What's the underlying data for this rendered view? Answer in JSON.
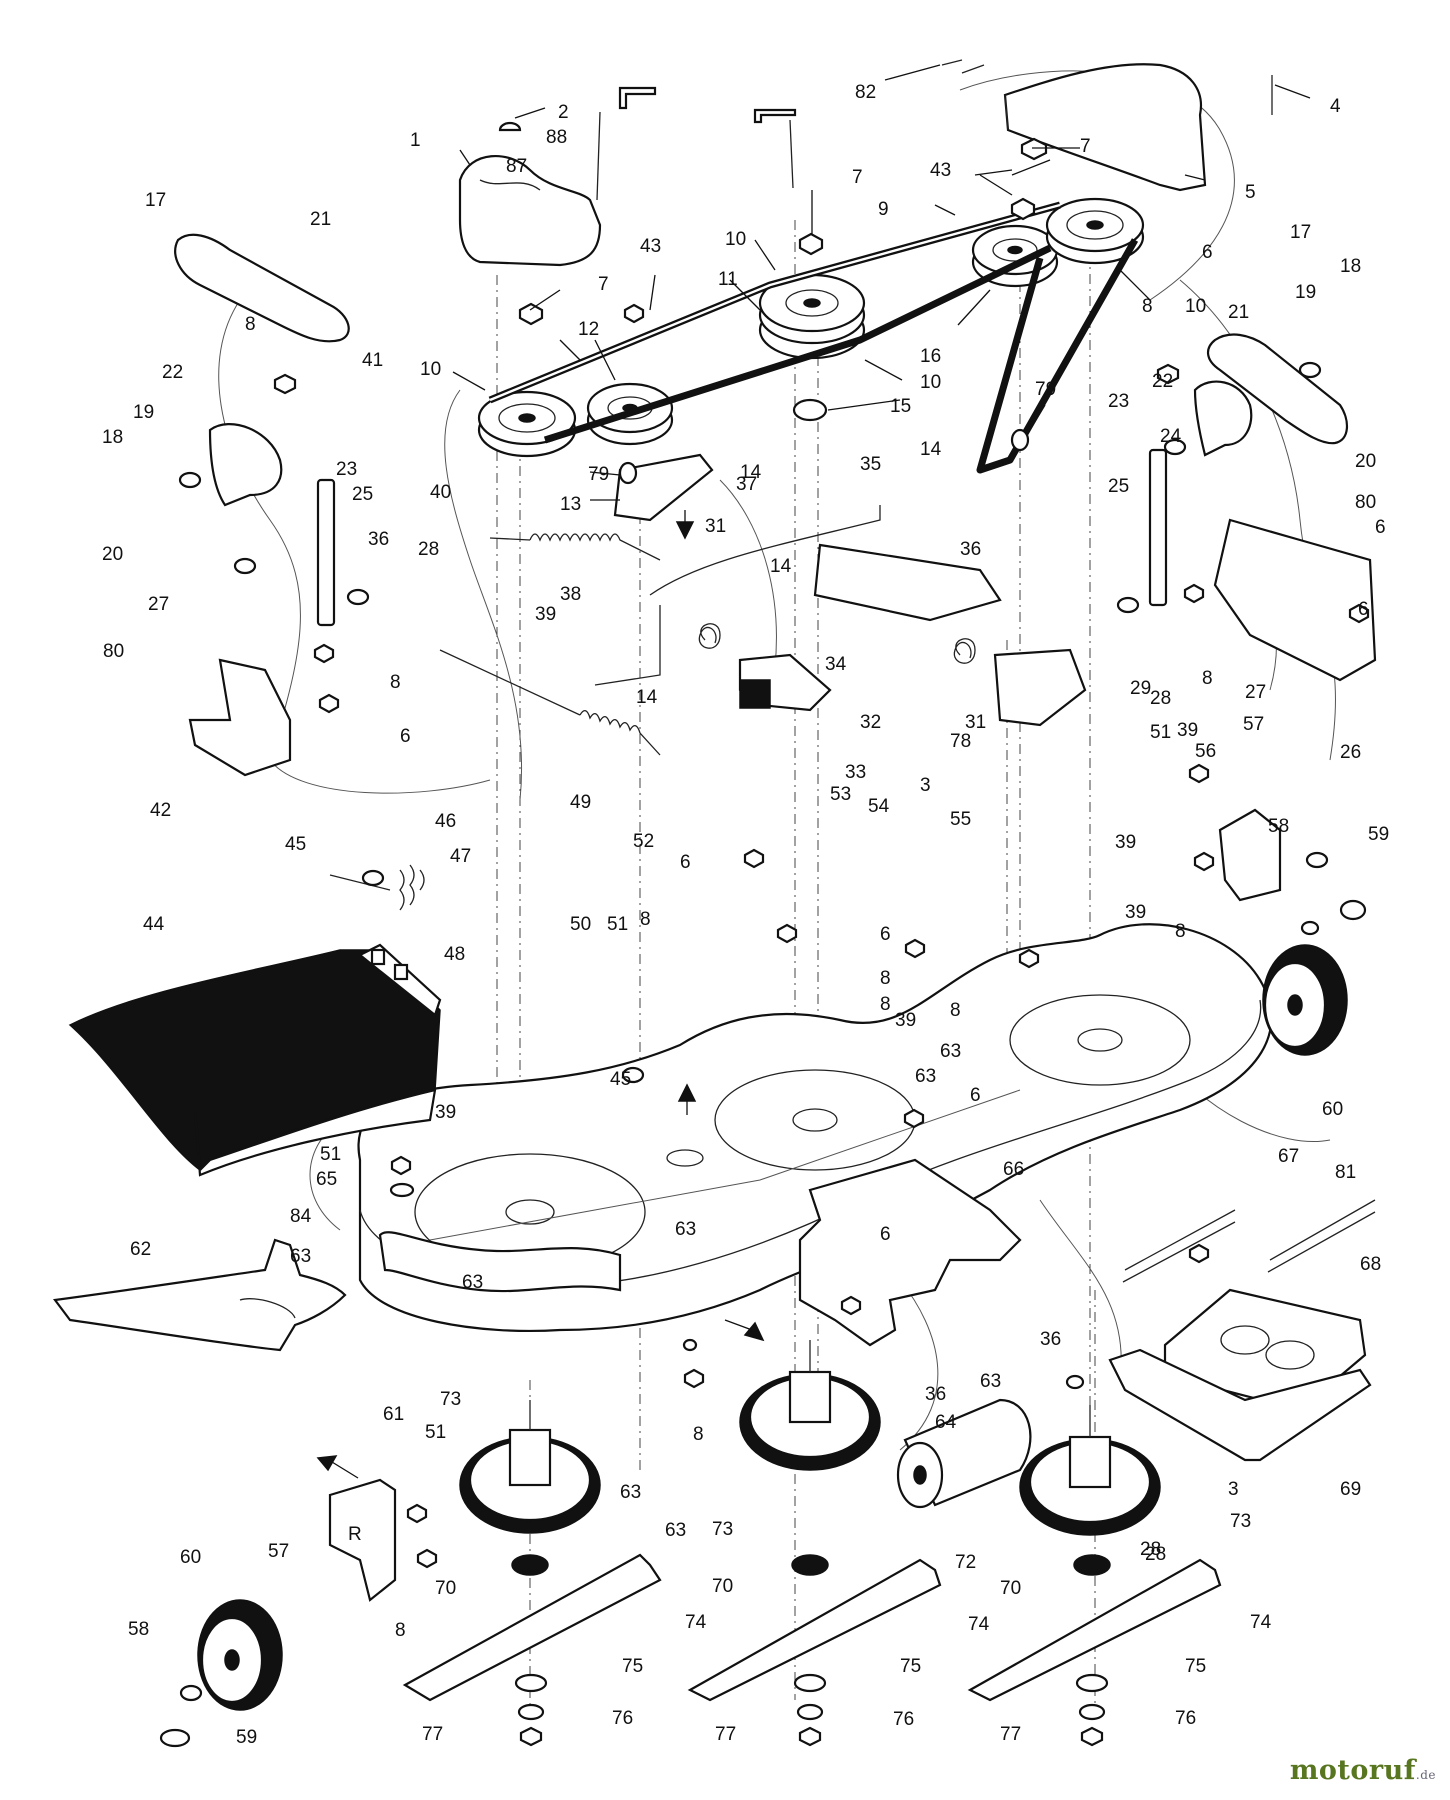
{
  "diagram": {
    "type": "exploded-parts-diagram",
    "callouts": [
      {
        "id": "c1",
        "text": "1"
      },
      {
        "id": "c2",
        "text": "2"
      },
      {
        "id": "c4",
        "text": "4"
      },
      {
        "id": "c5",
        "text": "5"
      },
      {
        "id": "c6a",
        "text": "6"
      },
      {
        "id": "c6b",
        "text": "6"
      },
      {
        "id": "c6c",
        "text": "6"
      },
      {
        "id": "c6d",
        "text": "6"
      },
      {
        "id": "c6e",
        "text": "6"
      },
      {
        "id": "c6f",
        "text": "6"
      },
      {
        "id": "c6g",
        "text": "6"
      },
      {
        "id": "c6h",
        "text": "6"
      },
      {
        "id": "c7a",
        "text": "7"
      },
      {
        "id": "c7b",
        "text": "7"
      },
      {
        "id": "c7c",
        "text": "7"
      },
      {
        "id": "c8a",
        "text": "8"
      },
      {
        "id": "c8b",
        "text": "8"
      },
      {
        "id": "c8c",
        "text": "8"
      },
      {
        "id": "c8d",
        "text": "8"
      },
      {
        "id": "c8e",
        "text": "8"
      },
      {
        "id": "c8f",
        "text": "8"
      },
      {
        "id": "c8g",
        "text": "8"
      },
      {
        "id": "c8h",
        "text": "8"
      },
      {
        "id": "c8i",
        "text": "8"
      },
      {
        "id": "c8j",
        "text": "8"
      },
      {
        "id": "c9",
        "text": "9"
      },
      {
        "id": "c10a",
        "text": "10"
      },
      {
        "id": "c10b",
        "text": "10"
      },
      {
        "id": "c10c",
        "text": "10"
      },
      {
        "id": "c10d",
        "text": "10"
      },
      {
        "id": "c11",
        "text": "11"
      },
      {
        "id": "c12",
        "text": "12"
      },
      {
        "id": "c13",
        "text": "13"
      },
      {
        "id": "c14a",
        "text": "14"
      },
      {
        "id": "c14b",
        "text": "14"
      },
      {
        "id": "c14c",
        "text": "14"
      },
      {
        "id": "c14d",
        "text": "14"
      },
      {
        "id": "c15",
        "text": "15"
      },
      {
        "id": "c16",
        "text": "16"
      },
      {
        "id": "c17a",
        "text": "17"
      },
      {
        "id": "c17b",
        "text": "17"
      },
      {
        "id": "c18a",
        "text": "18"
      },
      {
        "id": "c18b",
        "text": "18"
      },
      {
        "id": "c19a",
        "text": "19"
      },
      {
        "id": "c19b",
        "text": "19"
      },
      {
        "id": "c20a",
        "text": "20"
      },
      {
        "id": "c20b",
        "text": "20"
      },
      {
        "id": "c21a",
        "text": "21"
      },
      {
        "id": "c21b",
        "text": "21"
      },
      {
        "id": "c22a",
        "text": "22"
      },
      {
        "id": "c22b",
        "text": "22"
      },
      {
        "id": "c23a",
        "text": "23"
      },
      {
        "id": "c23b",
        "text": "23"
      },
      {
        "id": "c24",
        "text": "24"
      },
      {
        "id": "c25a",
        "text": "25"
      },
      {
        "id": "c25b",
        "text": "25"
      },
      {
        "id": "c26",
        "text": "26"
      },
      {
        "id": "c27a",
        "text": "27"
      },
      {
        "id": "c27b",
        "text": "27"
      },
      {
        "id": "c28a",
        "text": "28"
      },
      {
        "id": "c28b",
        "text": "28"
      },
      {
        "id": "c28c",
        "text": "28"
      },
      {
        "id": "c29",
        "text": "29"
      },
      {
        "id": "c31a",
        "text": "31"
      },
      {
        "id": "c31b",
        "text": "31"
      },
      {
        "id": "c32",
        "text": "32"
      },
      {
        "id": "c33",
        "text": "33"
      },
      {
        "id": "c34",
        "text": "34"
      },
      {
        "id": "c35",
        "text": "35"
      },
      {
        "id": "c36a",
        "text": "36"
      },
      {
        "id": "c36b",
        "text": "36"
      },
      {
        "id": "c36c",
        "text": "36"
      },
      {
        "id": "c36d",
        "text": "36"
      },
      {
        "id": "c37",
        "text": "37"
      },
      {
        "id": "c38",
        "text": "38"
      },
      {
        "id": "c39a",
        "text": "39"
      },
      {
        "id": "c39b",
        "text": "39"
      },
      {
        "id": "c39c",
        "text": "39"
      },
      {
        "id": "c39d",
        "text": "39"
      },
      {
        "id": "c39e",
        "text": "39"
      },
      {
        "id": "c39f",
        "text": "39"
      },
      {
        "id": "c40",
        "text": "40"
      },
      {
        "id": "c41",
        "text": "41"
      },
      {
        "id": "c42",
        "text": "42"
      },
      {
        "id": "c43a",
        "text": "43"
      },
      {
        "id": "c43b",
        "text": "43"
      },
      {
        "id": "c44",
        "text": "44"
      },
      {
        "id": "c45a",
        "text": "45"
      },
      {
        "id": "c45b",
        "text": "45"
      },
      {
        "id": "c46",
        "text": "46"
      },
      {
        "id": "c47",
        "text": "47"
      },
      {
        "id": "c48",
        "text": "48"
      },
      {
        "id": "c49",
        "text": "49"
      },
      {
        "id": "c50",
        "text": "50"
      },
      {
        "id": "c51a",
        "text": "51"
      },
      {
        "id": "c51b",
        "text": "51"
      },
      {
        "id": "c51c",
        "text": "51"
      },
      {
        "id": "c51d",
        "text": "51"
      },
      {
        "id": "c52",
        "text": "52"
      },
      {
        "id": "c53",
        "text": "53"
      },
      {
        "id": "c54",
        "text": "54"
      },
      {
        "id": "c55",
        "text": "55"
      },
      {
        "id": "c56",
        "text": "56"
      },
      {
        "id": "c57a",
        "text": "57"
      },
      {
        "id": "c57b",
        "text": "57"
      },
      {
        "id": "c58a",
        "text": "58"
      },
      {
        "id": "c58b",
        "text": "58"
      },
      {
        "id": "c59a",
        "text": "59"
      },
      {
        "id": "c59b",
        "text": "59"
      },
      {
        "id": "c60a",
        "text": "60"
      },
      {
        "id": "c60b",
        "text": "60"
      },
      {
        "id": "c61",
        "text": "61"
      },
      {
        "id": "c62",
        "text": "62"
      },
      {
        "id": "c63a",
        "text": "63"
      },
      {
        "id": "c63b",
        "text": "63"
      },
      {
        "id": "c63c",
        "text": "63"
      },
      {
        "id": "c63d",
        "text": "63"
      },
      {
        "id": "c63e",
        "text": "63"
      },
      {
        "id": "c63f",
        "text": "63"
      },
      {
        "id": "c63g",
        "text": "63"
      },
      {
        "id": "c63h",
        "text": "63"
      },
      {
        "id": "c64",
        "text": "64"
      },
      {
        "id": "c65",
        "text": "65"
      },
      {
        "id": "c66",
        "text": "66"
      },
      {
        "id": "c67",
        "text": "67"
      },
      {
        "id": "c68",
        "text": "68"
      },
      {
        "id": "c69",
        "text": "69"
      },
      {
        "id": "c70a",
        "text": "70"
      },
      {
        "id": "c70b",
        "text": "70"
      },
      {
        "id": "c70c",
        "text": "70"
      },
      {
        "id": "c72",
        "text": "72"
      },
      {
        "id": "c73a",
        "text": "73"
      },
      {
        "id": "c73b",
        "text": "73"
      },
      {
        "id": "c73c",
        "text": "73"
      },
      {
        "id": "c74a",
        "text": "74"
      },
      {
        "id": "c74b",
        "text": "74"
      },
      {
        "id": "c74c",
        "text": "74"
      },
      {
        "id": "c75a",
        "text": "75"
      },
      {
        "id": "c75b",
        "text": "75"
      },
      {
        "id": "c75c",
        "text": "75"
      },
      {
        "id": "c76a",
        "text": "76"
      },
      {
        "id": "c76b",
        "text": "76"
      },
      {
        "id": "c76c",
        "text": "76"
      },
      {
        "id": "c77a",
        "text": "77"
      },
      {
        "id": "c77b",
        "text": "77"
      },
      {
        "id": "c77c",
        "text": "77"
      },
      {
        "id": "c78",
        "text": "78"
      },
      {
        "id": "c79a",
        "text": "79"
      },
      {
        "id": "c79b",
        "text": "79"
      },
      {
        "id": "c80a",
        "text": "80"
      },
      {
        "id": "c80b",
        "text": "80"
      },
      {
        "id": "c81",
        "text": "81"
      },
      {
        "id": "c82",
        "text": "82"
      },
      {
        "id": "c84",
        "text": "84"
      },
      {
        "id": "c87",
        "text": "87"
      },
      {
        "id": "c88",
        "text": "88"
      },
      {
        "id": "c3a",
        "text": "3"
      },
      {
        "id": "c3b",
        "text": "3"
      },
      {
        "id": "c28d",
        "text": "28"
      },
      {
        "id": "c8k",
        "text": "8"
      }
    ],
    "bracket_marks": [
      "R"
    ]
  },
  "watermark": {
    "brand": "motoruf",
    "tld": ".de"
  },
  "colors": {
    "line": "#111111",
    "watermark": "#58751f"
  }
}
